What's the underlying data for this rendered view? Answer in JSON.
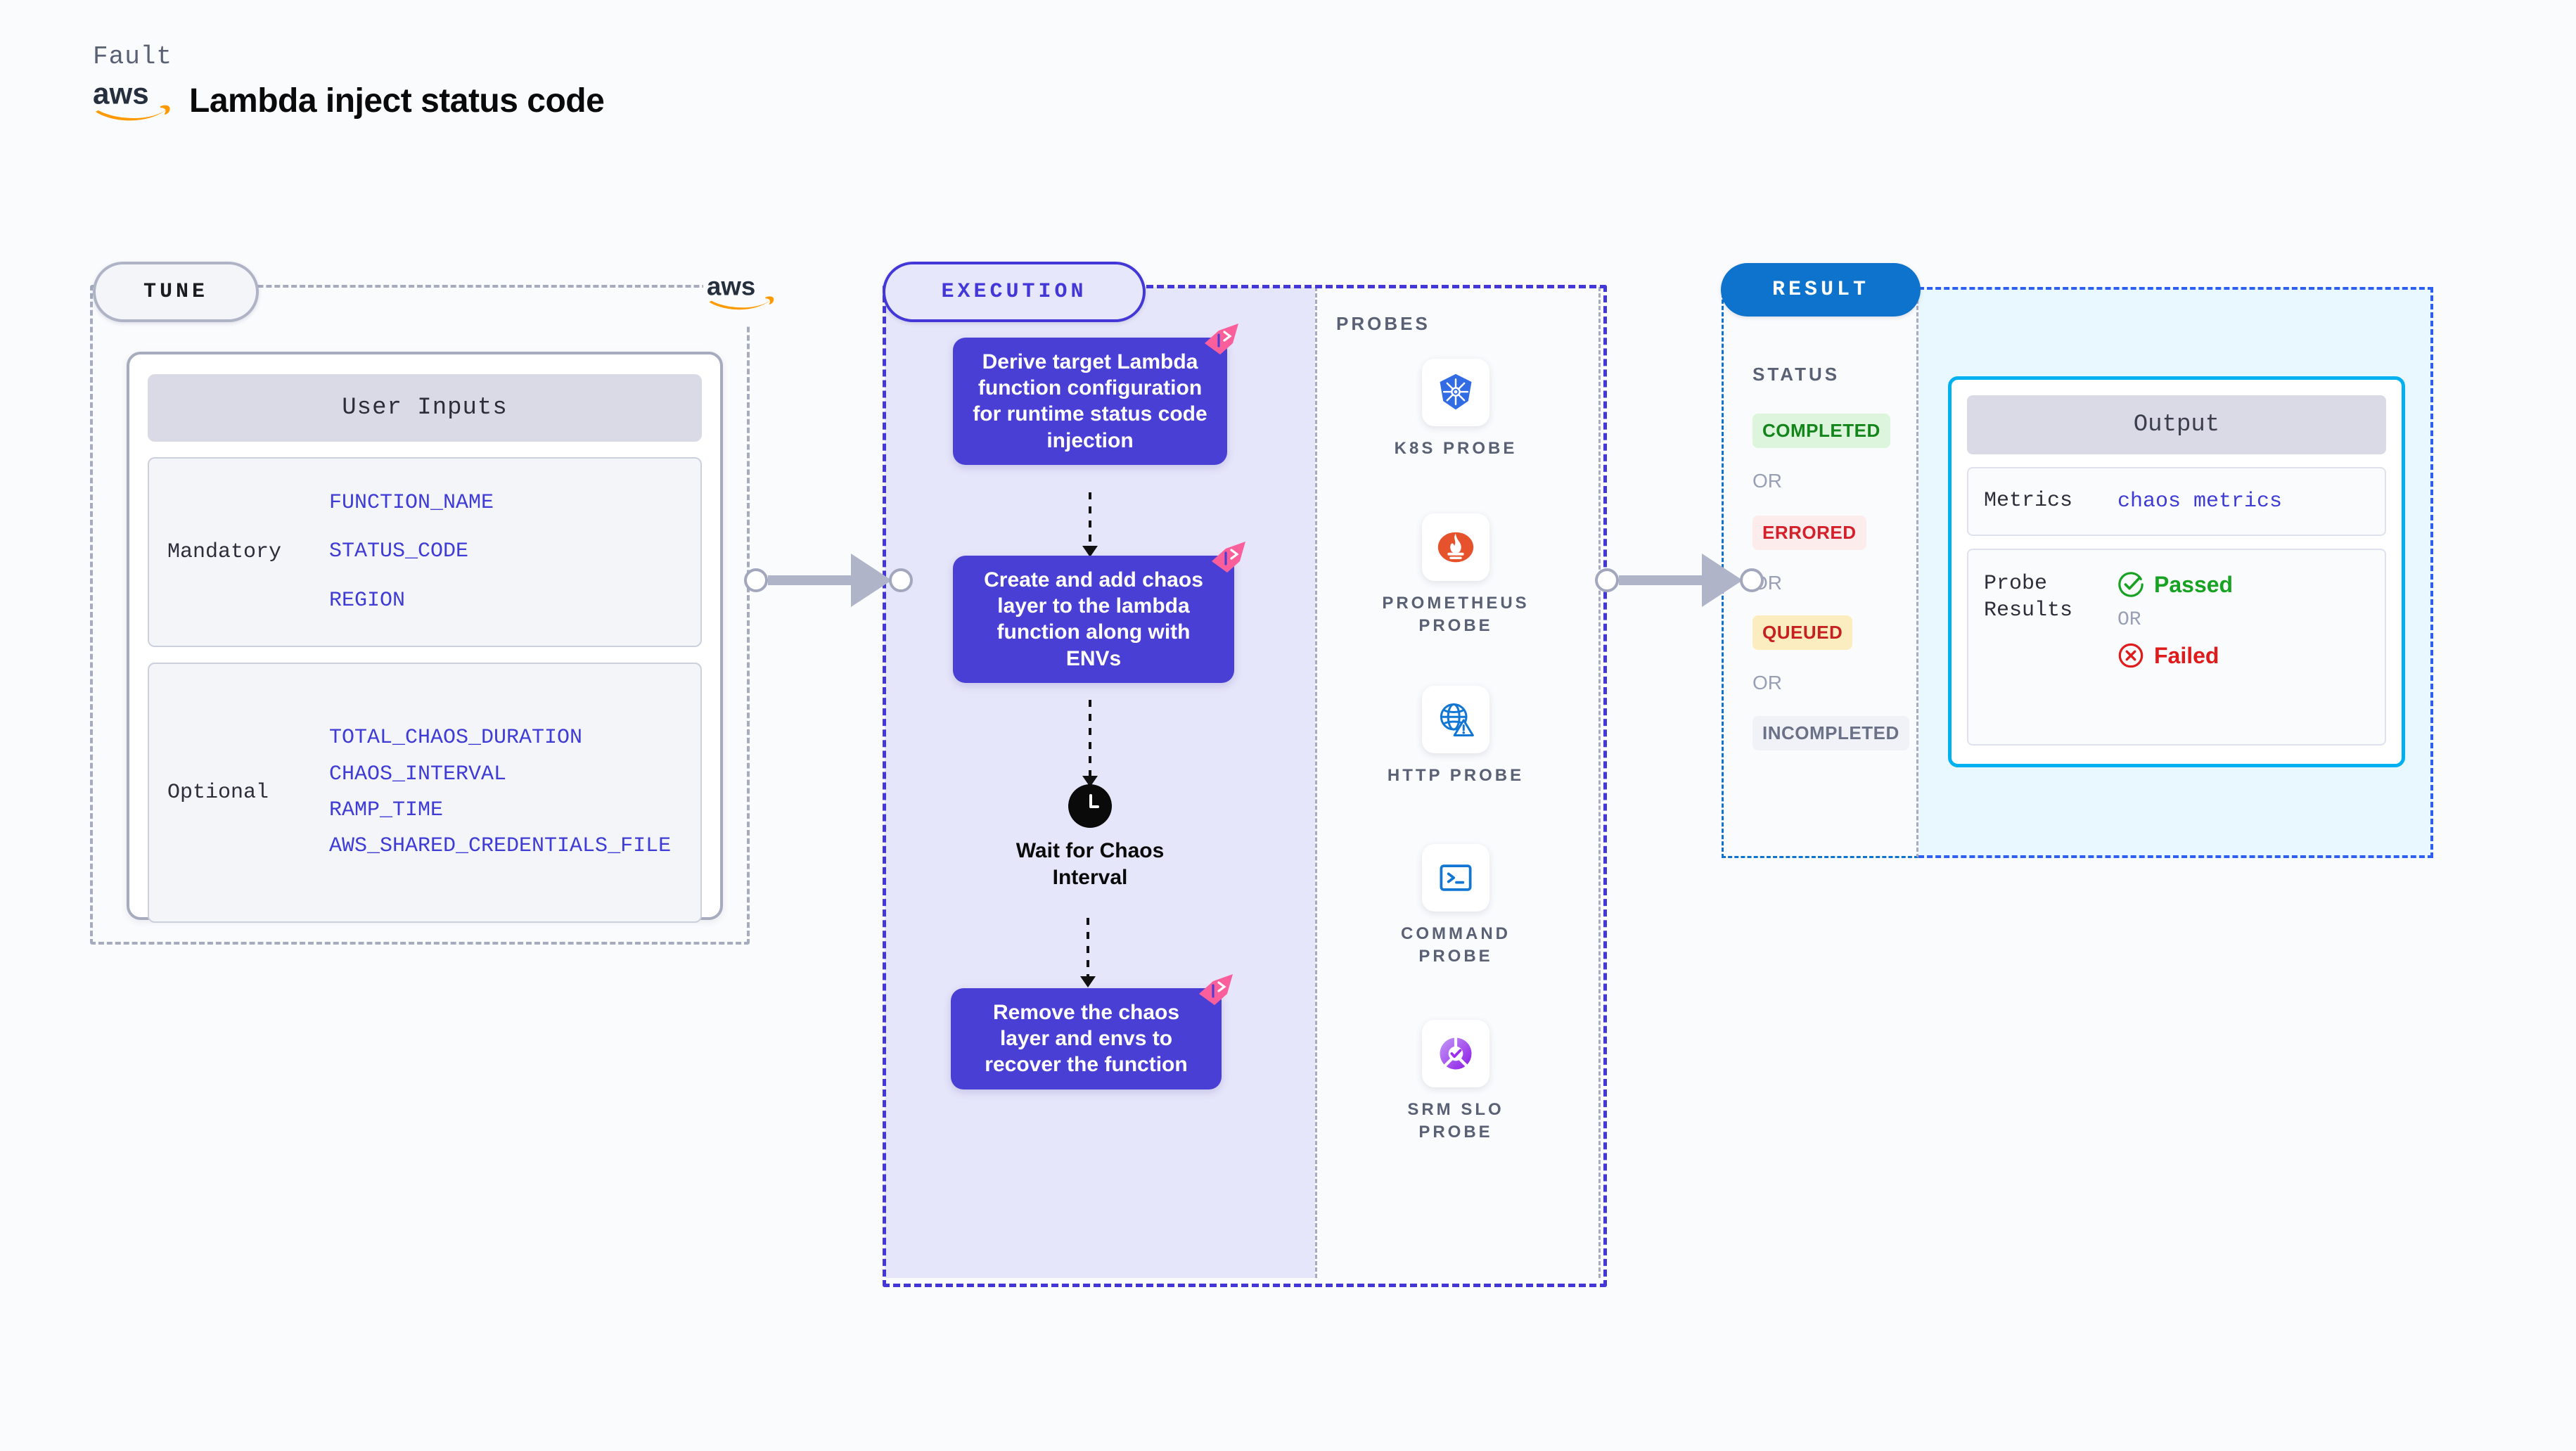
{
  "header": {
    "fault_label": "Fault",
    "title": "Lambda inject status code",
    "logo": "aws-logo"
  },
  "tune": {
    "badge": "TUNE",
    "card_title": "User Inputs",
    "groups": [
      {
        "label": "Mandatory",
        "vars": [
          "FUNCTION_NAME",
          "STATUS_CODE",
          "REGION"
        ]
      },
      {
        "label": "Optional",
        "vars": [
          "TOTAL_CHAOS_DURATION",
          "CHAOS_INTERVAL",
          "RAMP_TIME",
          "AWS_SHARED_CREDENTIALS_FILE"
        ]
      }
    ]
  },
  "execution": {
    "badge": "EXECUTION",
    "steps": [
      "Derive target Lambda function configuration for runtime status code injection",
      "Create and add chaos layer to the lambda function along with ENVs",
      "Remove the chaos layer and envs to recover the function"
    ],
    "wait_node": {
      "icon": "clock-icon",
      "label": "Wait for Chaos Interval"
    }
  },
  "probes": {
    "title": "PROBES",
    "items": [
      {
        "label": "K8S PROBE",
        "icon": "kubernetes-icon"
      },
      {
        "label": "PROMETHEUS PROBE",
        "icon": "prometheus-icon"
      },
      {
        "label": "HTTP PROBE",
        "icon": "http-globe-warning-icon"
      },
      {
        "label": "COMMAND PROBE",
        "icon": "terminal-icon"
      },
      {
        "label": "SRM SLO PROBE",
        "icon": "srm-slo-icon"
      }
    ]
  },
  "result": {
    "badge": "RESULT",
    "status_title": "STATUS",
    "or_text": "OR",
    "statuses": [
      {
        "label": "COMPLETED",
        "color": "#13851a",
        "bg": "#ddf5dc"
      },
      {
        "label": "ERRORED",
        "color": "#d3202a",
        "bg": "#fdecec"
      },
      {
        "label": "QUEUED",
        "color": "#c72020",
        "bg": "#fcedc0"
      },
      {
        "label": "INCOMPLETED",
        "color": "#6b7187",
        "bg": "#f1f2f7"
      }
    ],
    "output": {
      "title": "Output",
      "metrics_key": "Metrics",
      "metrics_value": "chaos metrics",
      "probe_results_key": "Probe Results",
      "passed_label": "Passed",
      "failed_label": "Failed",
      "or_text": "OR",
      "passed_color": "#17a222",
      "failed_color": "#e01b1b"
    }
  },
  "colors": {
    "page_bg": "#fafbfd",
    "tune_border": "#a6acbe",
    "exec_accent": "#4337d8",
    "exec_fill": "#e6e6fa",
    "result_accent": "#0d73cd",
    "result_fill": "#e9f8fe",
    "step_box": "#4a3fd4",
    "var_text": "#3f3cd6",
    "fold_badge": "#fa5f9c"
  }
}
